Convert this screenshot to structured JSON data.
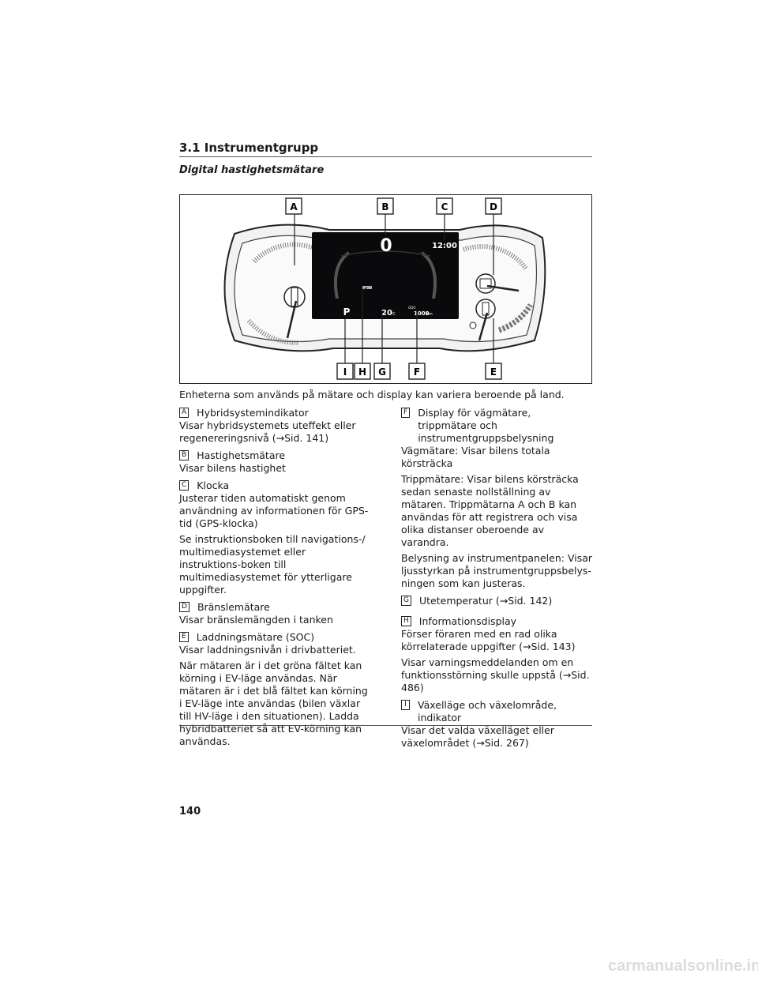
{
  "header": {
    "section_title": "3.1  Instrumentgrupp",
    "subtitle": "Digital hastighetsmätare"
  },
  "figure": {
    "labels": [
      "A",
      "B",
      "C",
      "D",
      "E",
      "F",
      "G",
      "H",
      "I"
    ],
    "display": {
      "speed": "0",
      "clock": "12:00",
      "gear": "P",
      "temperature": "20",
      "temperature_unit": "°C",
      "odo_label": "ODO",
      "odometer": "1000",
      "odometer_unit": "km"
    }
  },
  "caption": "Enheterna som används på mätare och display kan variera beroende på land.",
  "items": {
    "A": {
      "key": "A",
      "title": "Hybridsystemindikator",
      "body": [
        "Visar hybridsystemets uteffekt eller regenereringsnivå (→Sid. 141)"
      ]
    },
    "B": {
      "key": "B",
      "title": "Hastighetsmätare",
      "body": [
        "Visar bilens hastighet"
      ]
    },
    "C": {
      "key": "C",
      "title": "Klocka",
      "body": [
        "Justerar tiden automatiskt genom användning av informationen för GPS-tid (GPS-klocka)",
        "Se instruktionsboken till navigations-/ multimediasystemet eller instruktions-boken till multimediasystemet för ytterligare uppgifter."
      ]
    },
    "D": {
      "key": "D",
      "title": "Bränslemätare",
      "body": [
        "Visar bränslemängden i tanken"
      ]
    },
    "E": {
      "key": "E",
      "title": "Laddningsmätare (SOC)",
      "body": [
        "Visar laddningsnivån i drivbatteriet.",
        "När mätaren är i det gröna fältet kan körning i EV-läge användas. När mätaren är i det blå fältet kan körning i EV-läge inte användas (bilen växlar till HV-läge i den situationen). Ladda hybridbatteriet så att EV-körning kan användas."
      ]
    },
    "F": {
      "key": "F",
      "title": "Display för vägmätare, trippmätare och instrumentgruppsbelysning",
      "body": [
        "Vägmätare: Visar bilens totala körsträcka",
        "Trippmätare: Visar bilens körsträcka sedan senaste nollställning av mätaren. Trippmätarna A och B kan användas för att registrera och visa olika distanser oberoende av varandra.",
        "Belysning av instrumentpanelen: Visar ljusstyrkan på instrumentgruppsbelys-ningen som kan justeras."
      ]
    },
    "G": {
      "key": "G",
      "title": "Utetemperatur (→Sid. 142)",
      "body": []
    },
    "H": {
      "key": "H",
      "title": "Informationsdisplay",
      "body": [
        "Förser föraren med en rad olika körrelaterade uppgifter (→Sid. 143)",
        "Visar varningsmeddelanden om en funktionsstörning skulle uppstå (→Sid. 486)"
      ]
    },
    "I": {
      "key": "I",
      "title": "Växelläge och växelområde, indikator",
      "body": [
        "Visar det valda växelläget eller växelområdet (→Sid. 267)"
      ]
    }
  },
  "footer": {
    "page_number": "140"
  },
  "watermark": "carmanualsonline.info"
}
